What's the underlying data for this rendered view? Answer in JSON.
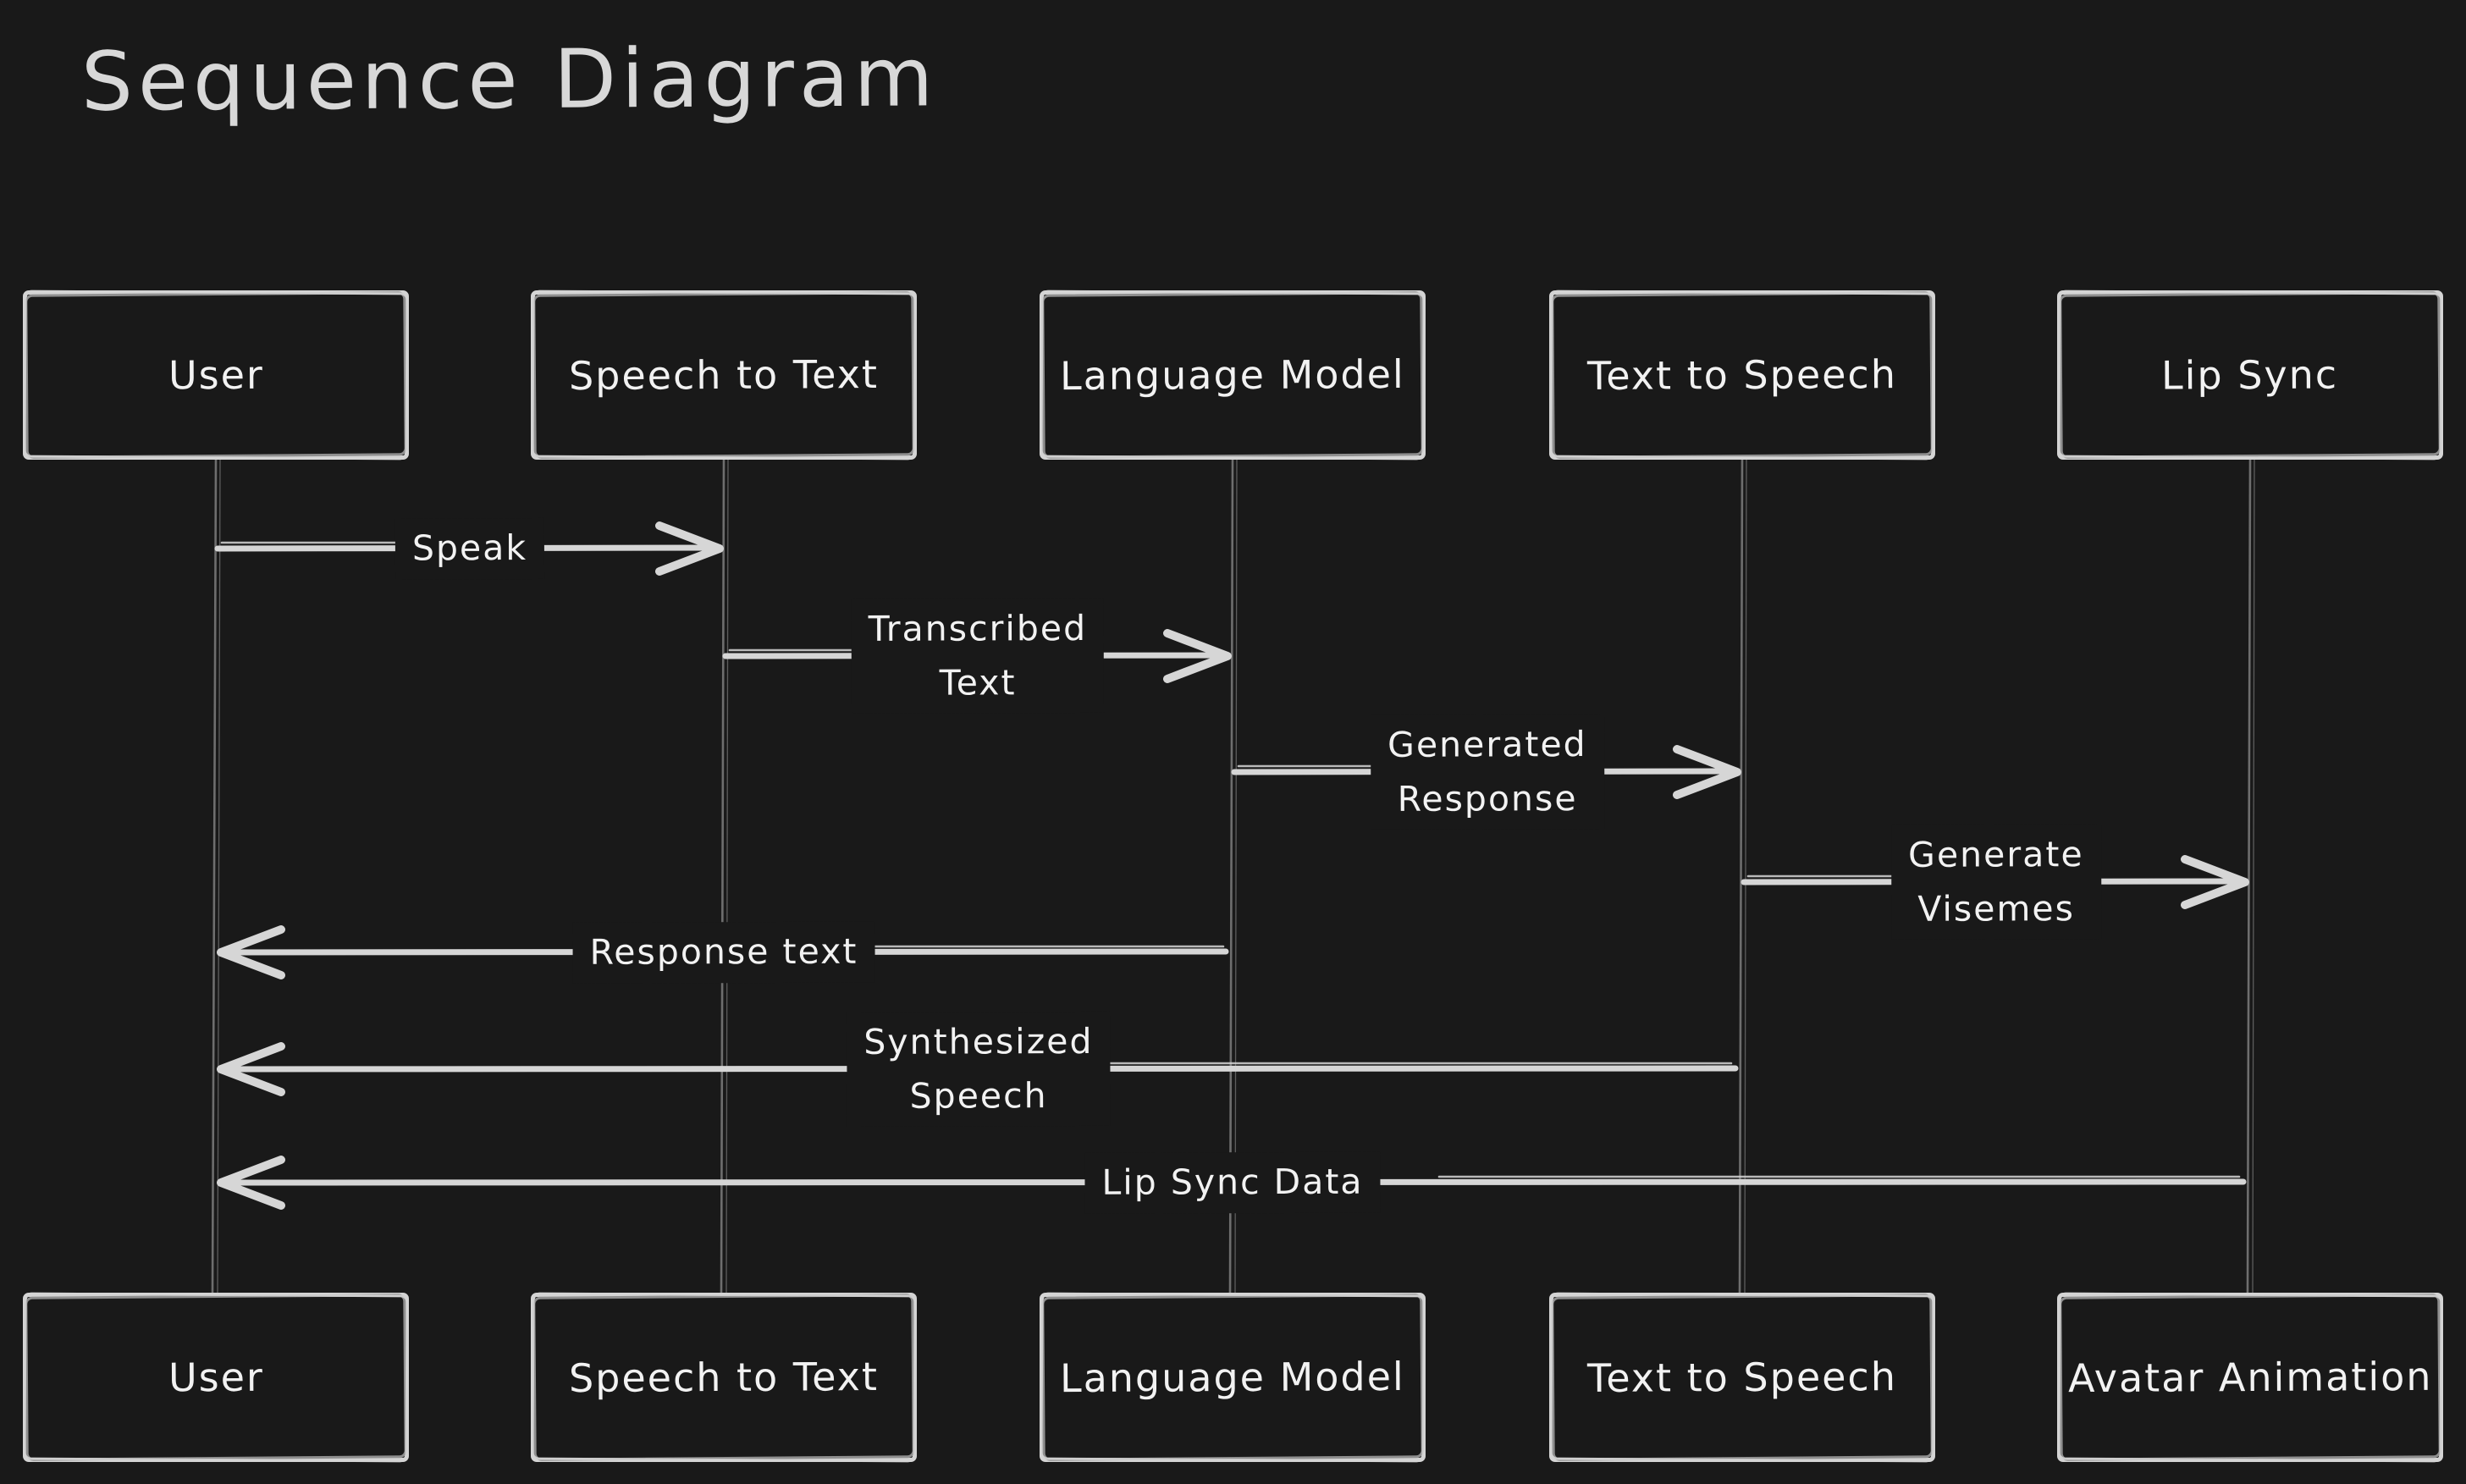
{
  "title": "Sequence Diagram",
  "colors": {
    "background": "#191919",
    "box_stroke": "#d4d4d4",
    "box_stroke_secondary": "#8f8f8f",
    "text": "#f2f2f2",
    "title_color": "#d8d8d8",
    "lifeline": "#6e6e6e",
    "arrow": "#d6d6d6"
  },
  "actors_top": [
    {
      "label": "User"
    },
    {
      "label": "Speech to Text"
    },
    {
      "label": "Language Model"
    },
    {
      "label": "Text to Speech"
    },
    {
      "label": "Lip Sync"
    }
  ],
  "actors_bottom": [
    {
      "label": "User"
    },
    {
      "label": "Speech to Text"
    },
    {
      "label": "Language Model"
    },
    {
      "label": "Text to Speech"
    },
    {
      "label": "Avatar Animation"
    }
  ],
  "messages": [
    {
      "label": "Speak",
      "from": "User",
      "to": "Speech to Text",
      "direction": "right"
    },
    {
      "label": "Transcribed\nText",
      "from": "Speech to Text",
      "to": "Language Model",
      "direction": "right"
    },
    {
      "label": "Generated\nResponse",
      "from": "Language Model",
      "to": "Text to Speech",
      "direction": "right"
    },
    {
      "label": "Generate\nVisemes",
      "from": "Text to Speech",
      "to": "Lip Sync",
      "direction": "right"
    },
    {
      "label": "Response text",
      "from": "Language Model",
      "to": "User",
      "direction": "left"
    },
    {
      "label": "Synthesized\nSpeech",
      "from": "Text to Speech",
      "to": "User",
      "direction": "left"
    },
    {
      "label": "Lip Sync Data",
      "from": "Lip Sync",
      "to": "User",
      "direction": "left"
    }
  ]
}
